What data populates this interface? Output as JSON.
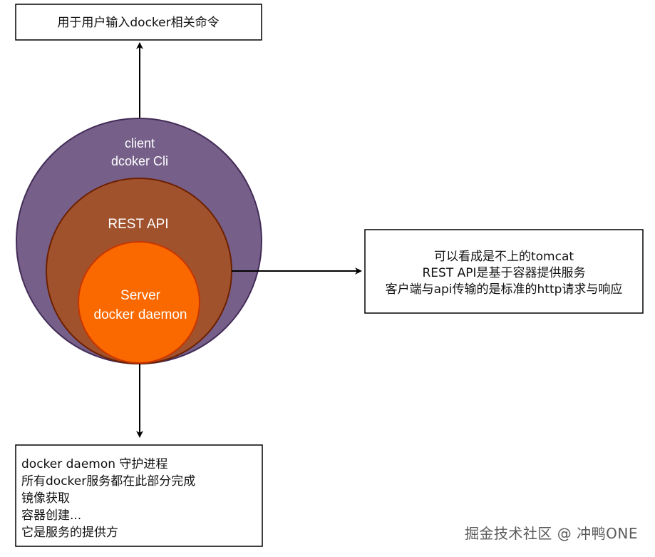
{
  "top_box": {
    "text": "用于用户输入docker相关命令"
  },
  "outer_circle": {
    "line1": "client",
    "line2": "dcoker Cli",
    "fill": "#76608a",
    "stroke": "#432d57"
  },
  "middle_circle": {
    "line1": "REST API",
    "fill": "#a0522d",
    "stroke": "#6d1f00"
  },
  "inner_circle": {
    "line1": "Server",
    "line2": "docker daemon",
    "fill": "#fa6800",
    "stroke": "#c73500"
  },
  "right_box": {
    "lines": [
      "可以看成是不上的tomcat",
      "REST API是基于容器提供服务",
      "客户端与api传输的是标准的http请求与响应"
    ]
  },
  "bottom_box": {
    "lines": [
      "docker daemon 守护进程",
      "所有docker服务都在此部分完成",
      "镜像获取",
      "容器创建...",
      "它是服务的提供方"
    ]
  },
  "watermark": {
    "text": "掘金技术社区 @ 冲鸭ONE"
  }
}
